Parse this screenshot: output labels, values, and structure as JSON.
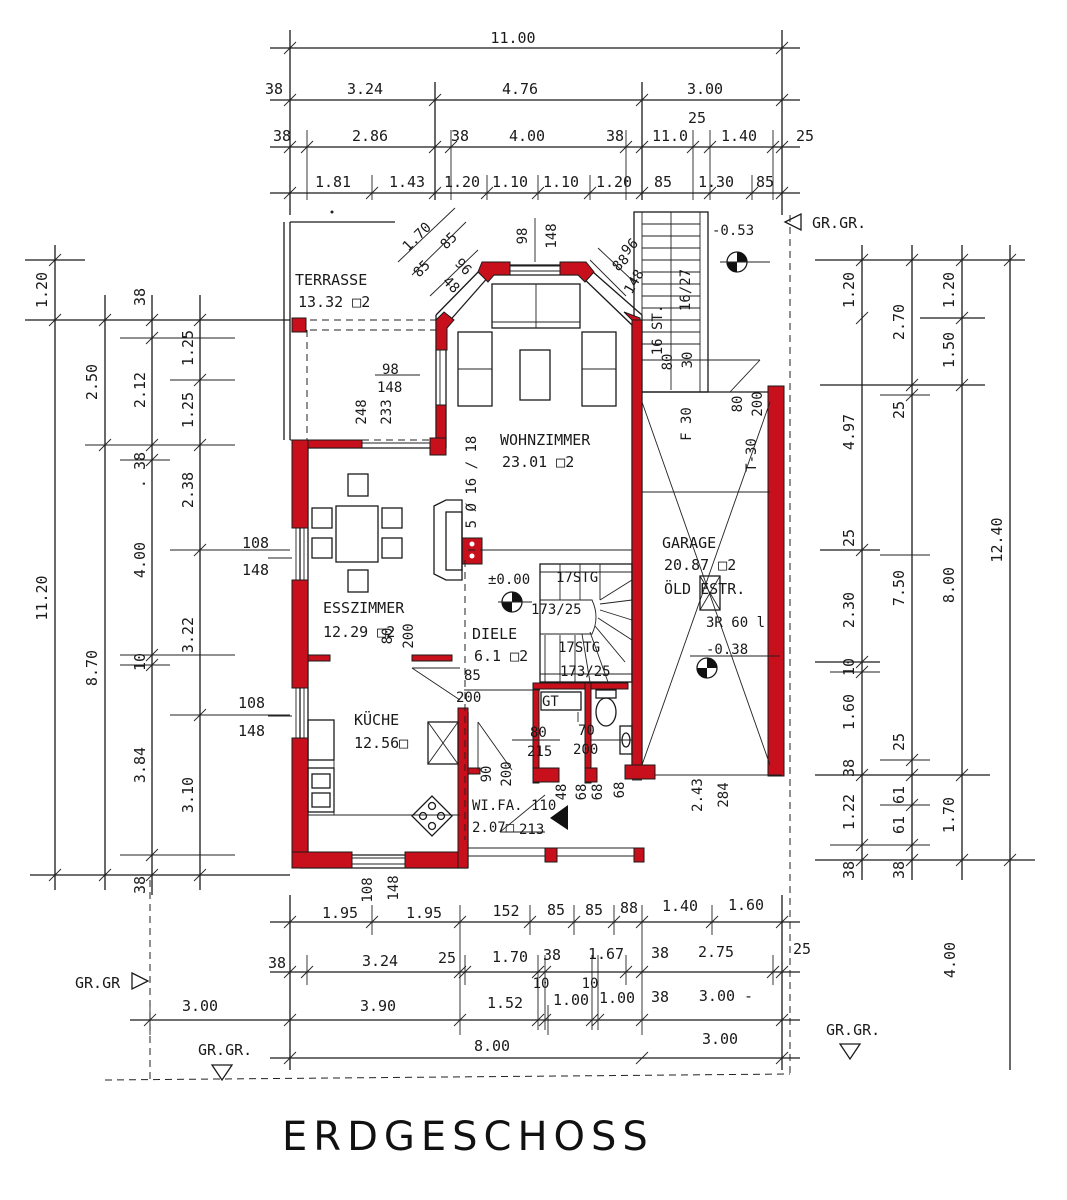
{
  "title": "ERDGESCHOSS",
  "colors": {
    "wall": "#c8101c",
    "line": "#1a1a1a",
    "background": "#ffffff"
  },
  "rooms": {
    "terrasse": {
      "name": "TERRASSE",
      "area": "13.32 □2"
    },
    "wohnzimmer": {
      "name": "WOHNZIMMER",
      "area": "23.01 □2"
    },
    "esszimmer": {
      "name": "ESSZIMMER",
      "area": "12.29 □2"
    },
    "diele": {
      "name": "DIELE",
      "area": "6.1 □2"
    },
    "kueche": {
      "name": "KÜCHE",
      "area": "12.56□"
    },
    "garage": {
      "name": "GARAGE",
      "area": "20.87 □2",
      "note": "ÖLD ESTR.",
      "tank": "3R 60 l"
    },
    "wifa": {
      "name": "WI.FA. 110",
      "area": "2.07□"
    }
  },
  "levels": {
    "zero": "±0.00",
    "garage": "-0.38",
    "outside": "-0.53"
  },
  "labels": {
    "grgr": "GR.GR.",
    "grgr_short": "GR.GR",
    "chimney": "5 Ø 16 / 18",
    "stair_upper": "17STG",
    "stair_upper_ratio": "173/25",
    "stair_lower": "17STG",
    "stair_lower_ratio": "173/25",
    "f30": "F 30",
    "t30": "T-30",
    "gt": "GT",
    "ext_stair_st": "16 ST.",
    "ext_stair_ratio": "16/27"
  },
  "dims_top": {
    "total": "11.00",
    "row1": [
      "38",
      "3.24",
      "4.76",
      "3.00"
    ],
    "row2": [
      "38",
      "2.86",
      "38",
      "4.00",
      "38",
      "11.0",
      "25",
      "1.40",
      "25"
    ],
    "row3": [
      "1.81",
      "1.43",
      "1.20",
      "1.10",
      "1.10",
      "1.20",
      "85",
      "1.30",
      "85"
    ]
  },
  "dims_bottom": {
    "row1": [
      "1.95",
      "1.95",
      "152",
      "85",
      "85",
      "88",
      "1.40",
      "1.60"
    ],
    "row2": [
      "38",
      "3.24",
      "25",
      "1.70",
      "38",
      "1.67",
      "38",
      "2.75",
      "25"
    ],
    "row3": [
      "3.00",
      "3.90",
      "1.52",
      "10",
      "1.00",
      "10",
      "1.00",
      "38",
      "3.00 -"
    ],
    "row4": [
      "8.00",
      "3.00"
    ]
  },
  "dims_left": {
    "outer": [
      "1.20",
      "11.20"
    ],
    "col2": [
      "2.50",
      "8.70"
    ],
    "col3": [
      "38",
      "2.12",
      ". 38",
      "4.00",
      "10",
      "3.84",
      "38"
    ],
    "col4": [
      "1.25",
      "1.25",
      "2.38",
      "3.22",
      "3.10"
    ]
  },
  "dims_right": {
    "col1": [
      "1.20",
      "4.97",
      "25",
      "2.30",
      "10",
      "1.60",
      "38",
      "1.22",
      "38"
    ],
    "col2": [
      "2.70",
      "25",
      "7.50",
      "25",
      "61",
      "61",
      "38"
    ],
    "col3": [
      "1.20",
      "1.50",
      "8.00",
      "1.70"
    ],
    "col4": [
      "12.40",
      "4.00"
    ]
  },
  "dims_inner": {
    "bay_tl": [
      "1.70",
      "85",
      "85",
      "96",
      "48"
    ],
    "bay_top": [
      "98",
      "148"
    ],
    "bay_tr": [
      "88",
      "96",
      "148"
    ],
    "terrasse_door": [
      "98",
      "148",
      "248",
      "233"
    ],
    "ess_win": [
      "108",
      "148"
    ],
    "kueche_win": [
      "108",
      "148"
    ],
    "ess_door": [
      "80",
      "200"
    ],
    "diele": [
      "85",
      "200"
    ],
    "wc1": [
      "80",
      "215"
    ],
    "wc2": [
      "70",
      "200"
    ],
    "wifa_door": [
      "90",
      "200"
    ],
    "wifa": [
      "213"
    ],
    "mini": [
      "48",
      "68",
      "68",
      "68"
    ],
    "bottom_win": [
      "108",
      "148"
    ],
    "garage_door": [
      "80",
      "200"
    ],
    "garage_gate": [
      "2.43",
      "284"
    ],
    "ext_stair": [
      "80",
      "30"
    ]
  }
}
